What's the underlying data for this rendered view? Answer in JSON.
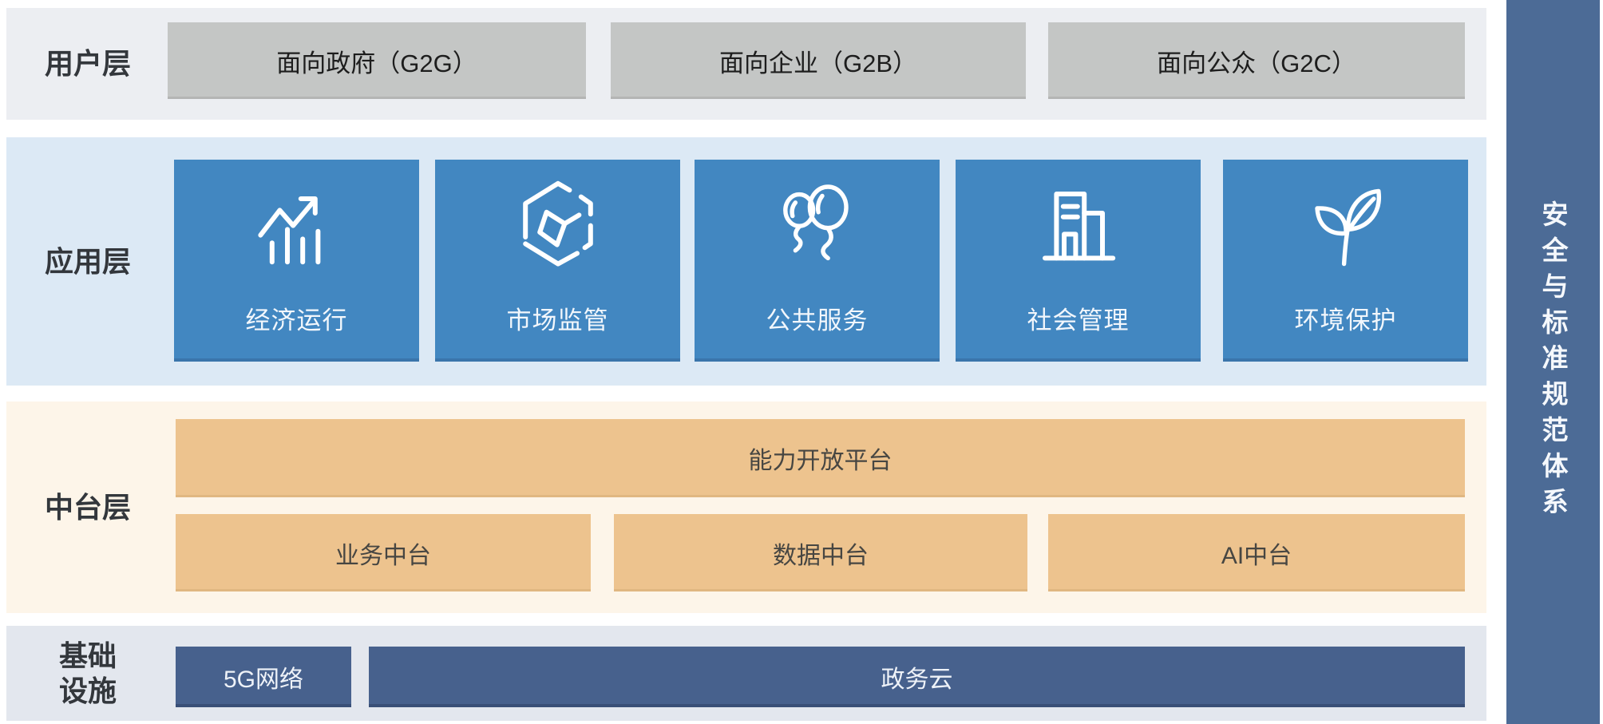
{
  "diagram": {
    "type": "layered-architecture",
    "colors": {
      "user_band_bg": "#eceef2",
      "user_box_bg": "#c4c6c5",
      "app_band_bg": "#dce9f5",
      "app_card_bg": "#4287c1",
      "mid_band_bg": "#fdf5e9",
      "mid_box_bg": "#edc38e",
      "infra_band_bg": "#e3e7ee",
      "infra_box_bg": "#47618d",
      "sidebar_bg": "#4c6b96",
      "icon_stroke": "#ffffff"
    },
    "layers": {
      "user": {
        "label": "用户层",
        "boxes": [
          "面向政府（G2G）",
          "面向企业（G2B）",
          "面向公众（G2C）"
        ]
      },
      "app": {
        "label": "应用层",
        "cards": [
          {
            "label": "经济运行",
            "icon": "trend-chart-icon"
          },
          {
            "label": "市场监管",
            "icon": "hexagon-cube-icon"
          },
          {
            "label": "公共服务",
            "icon": "balloons-icon"
          },
          {
            "label": "社会管理",
            "icon": "buildings-icon"
          },
          {
            "label": "环境保护",
            "icon": "leaf-icon"
          }
        ]
      },
      "mid": {
        "label": "中台层",
        "platform": "能力开放平台",
        "boxes": [
          "业务中台",
          "数据中台",
          "AI中台"
        ]
      },
      "infra": {
        "label": "基础\n设施",
        "boxes": [
          "5G网络",
          "政务云"
        ]
      }
    },
    "sidebar": {
      "label": "安全与标准规范体系"
    }
  }
}
